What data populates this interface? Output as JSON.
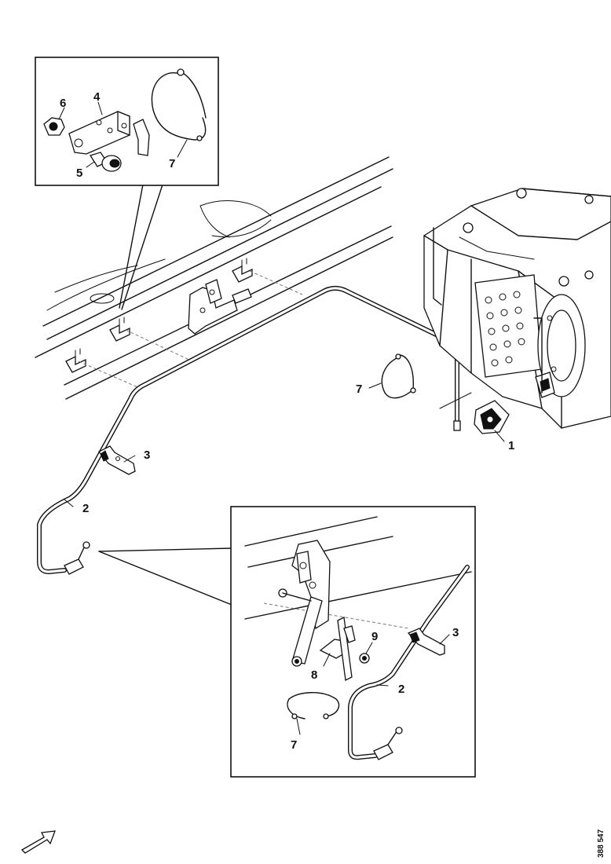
{
  "drawing": {
    "reference_number": "388 547"
  },
  "callouts": {
    "c1": "1",
    "c2": "2",
    "c3": "3",
    "c7": "7",
    "inset_top": {
      "c4": "4",
      "c5": "5",
      "c6": "6",
      "c7": "7"
    },
    "inset_bottom": {
      "c2": "2",
      "c3": "3",
      "c7": "7",
      "c8": "8",
      "c9": "9"
    }
  },
  "icons": {
    "direction_arrow": "forward-direction-arrow-icon"
  }
}
